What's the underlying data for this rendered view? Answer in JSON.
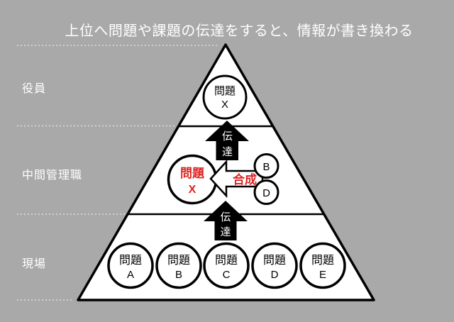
{
  "title": "上位へ問題や課題の伝達をすると、情報が書き換わる",
  "colors": {
    "background": "#a9a9a9",
    "shape_fill": "#ffffff",
    "outline": "#000000",
    "text_light": "#ffffff",
    "accent_red": "#dd2421",
    "dotted_line": "#dcdcdc"
  },
  "side_labels": [
    {
      "label": "役員"
    },
    {
      "label": "中間管理職"
    },
    {
      "label": "現場"
    }
  ],
  "pyramid": {
    "top_circle": {
      "line1": "問題",
      "line2": "X"
    },
    "middle": {
      "problem_circle": {
        "line1": "問題",
        "line2": "X"
      },
      "synthesis_label": "合成",
      "circle_b": "B",
      "circle_d": "D"
    },
    "bottom_circles": [
      {
        "line1": "問題",
        "line2": "A"
      },
      {
        "line1": "問題",
        "line2": "B"
      },
      {
        "line1": "問題",
        "line2": "C"
      },
      {
        "line1": "問題",
        "line2": "D"
      },
      {
        "line1": "問題",
        "line2": "E"
      }
    ],
    "arrows": {
      "upper": {
        "char1": "伝",
        "char2": "達"
      },
      "lower": {
        "char1": "伝",
        "char2": "達"
      }
    }
  }
}
